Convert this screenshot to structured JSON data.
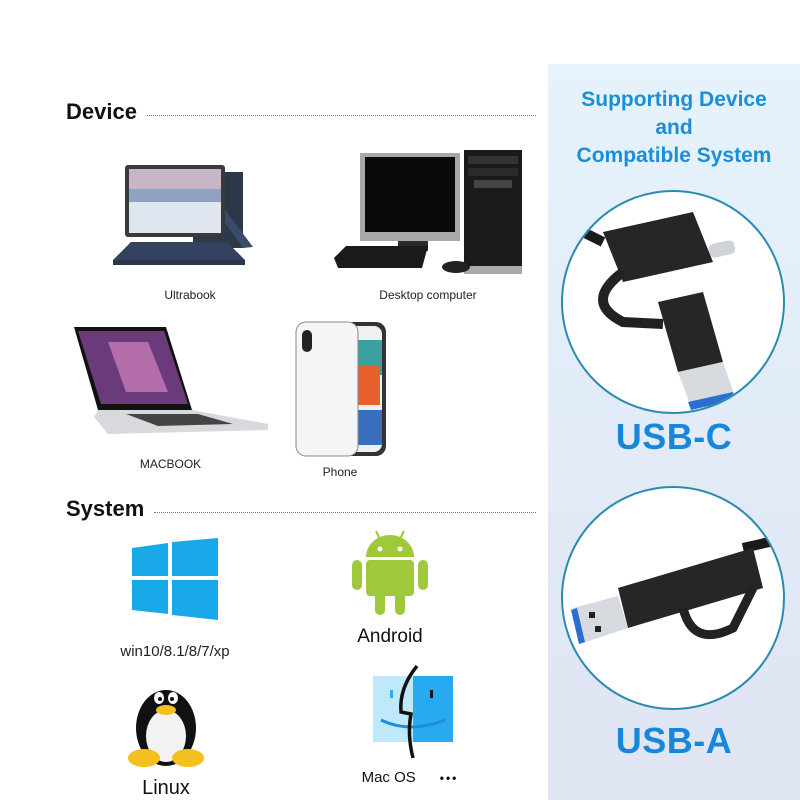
{
  "device_section": {
    "title": "Device",
    "items": [
      {
        "label": "Ultrabook",
        "icon": "tablet-keyboard-icon"
      },
      {
        "label": "Desktop computer",
        "icon": "desktop-computer-icon"
      },
      {
        "label": "MACBOOK",
        "icon": "laptop-icon"
      },
      {
        "label": "Phone",
        "icon": "smartphone-icon"
      }
    ]
  },
  "system_section": {
    "title": "System",
    "items": [
      {
        "label": "win10/8.1/8/7/xp",
        "icon": "windows-logo-icon"
      },
      {
        "label": "Android",
        "icon": "android-logo-icon"
      },
      {
        "label": "Linux",
        "icon": "linux-tux-icon"
      },
      {
        "label": "Mac OS",
        "icon": "macos-finder-icon"
      }
    ],
    "more": "•••"
  },
  "panel": {
    "title_line1": "Supporting Device",
    "title_line2": "and",
    "title_line3": "Compatible System",
    "connectors": [
      {
        "label": "USB-C",
        "icon": "usb-c-connector-icon"
      },
      {
        "label": "USB-A",
        "icon": "usb-a-connector-icon"
      }
    ]
  },
  "colors": {
    "panel_title": "#1a8fd8",
    "usb_label": "#1787dc",
    "windows_blue": "#1aa9e8",
    "android_green": "#9fc83a",
    "finder_blue": "#27aaf0"
  }
}
